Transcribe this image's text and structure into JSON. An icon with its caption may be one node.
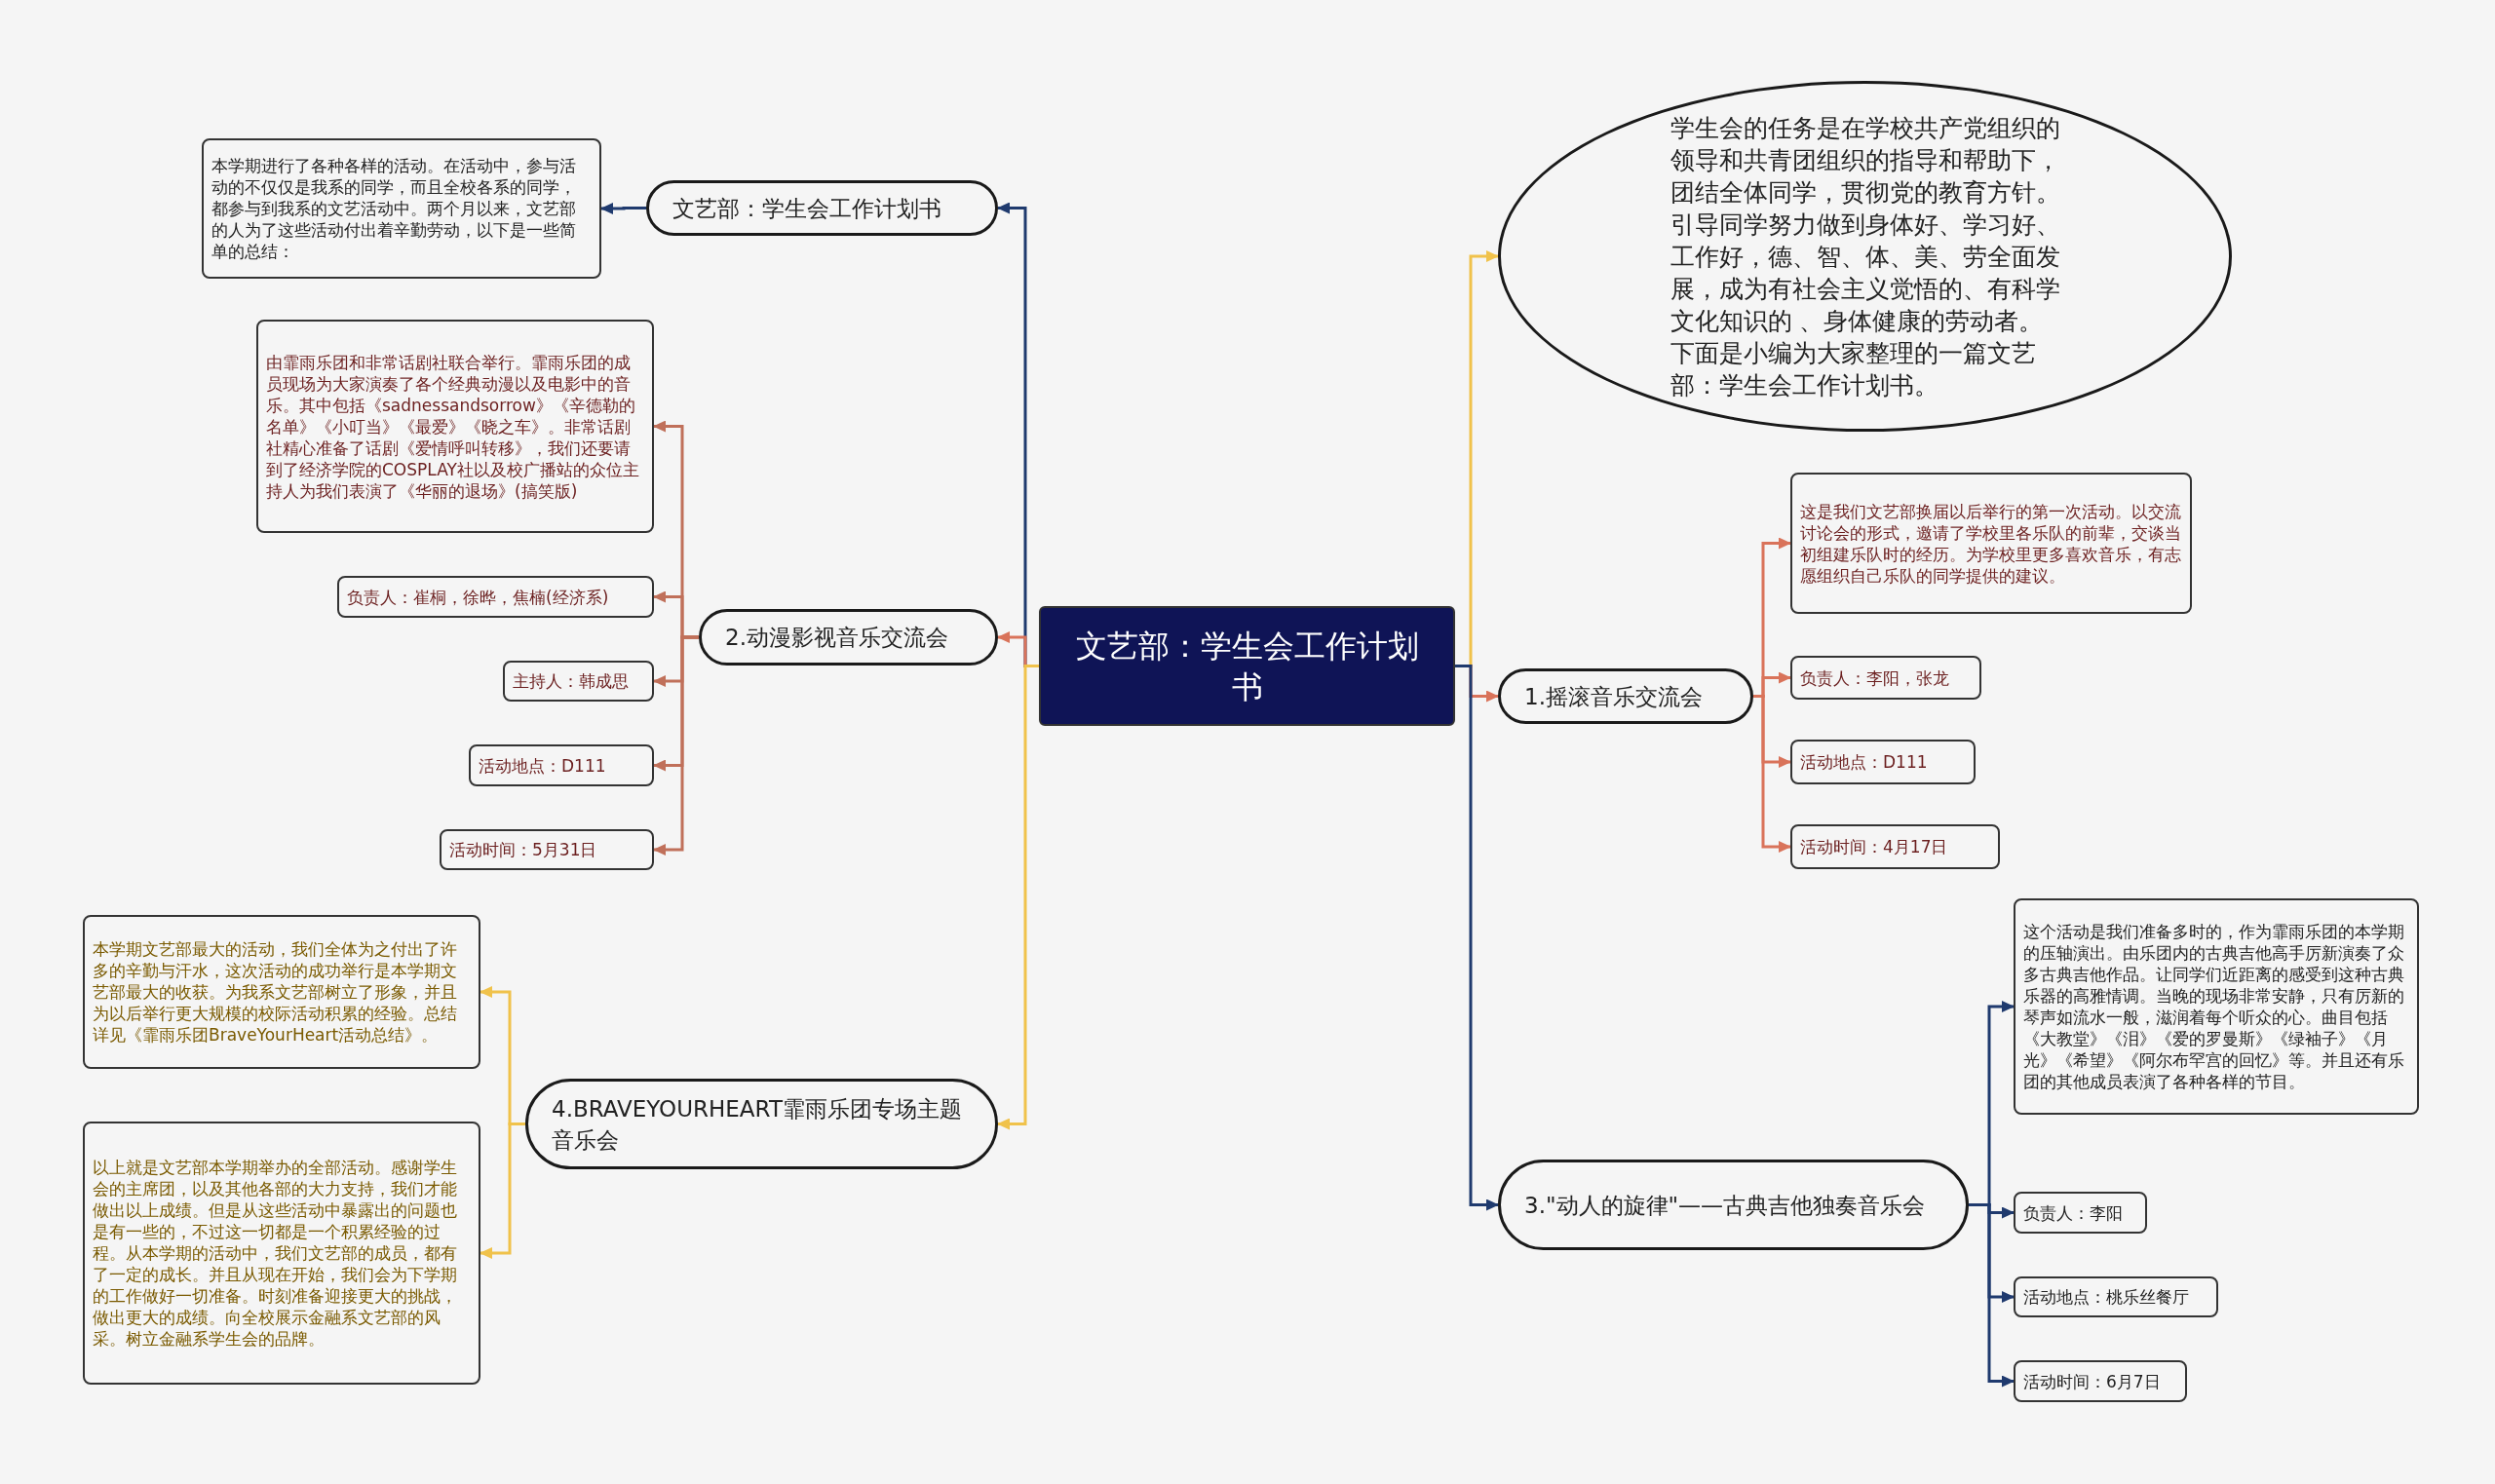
{
  "diagram": {
    "nodes": [
      {
        "text": [
          "文艺部：学生会工作计划书"
        ]
      },
      {
        "text": [
          "文艺部：学生会工作计划书"
        ]
      },
      {
        "text": [
          "本学期进行了各种各样的活动。在活动中，参与活动的不仅仅是我系的同学，而且全校各系的同学，都参与到我系的文艺活动中。两个月以来，文艺部的人为了这些活动付出着辛勤劳动，以下是一些简单的总结："
        ]
      },
      {
        "text": [
          "2.动漫影视音乐交流会"
        ]
      },
      {
        "text": [
          "由霏雨乐团和非常话剧社联合举行。霏雨乐团的成员现场为大家演奏了各个经典动漫以及电影中的音乐。其中包括《sadnessandsorrow》《辛德勒的名单》《小叮当》《最爱》《晓之车》。非常话剧社精心准备了话剧《爱情呼叫转移》，我们还要请到了经济学院的COSPLAY社以及校广播站的众位主持人为我们表演了《华丽的退场》(搞笑版)"
        ]
      },
      {
        "text": [
          "负责人：崔桐，徐晔，焦楠(经济系)"
        ]
      },
      {
        "text": [
          "主持人：韩成思"
        ]
      },
      {
        "text": [
          "活动地点：D111"
        ]
      },
      {
        "text": [
          "活动时间：5月31日"
        ]
      },
      {
        "text": [
          "4.BRAVEYOURHEART霏雨乐团专场主题音乐会"
        ]
      },
      {
        "text": [
          "本学期文艺部最大的活动，我们全体为之付出了许多的辛勤与汗水，这次活动的成功举行是本学期文艺部最大的收获。为我系文艺部树立了形象，并且为以后举行更大规模的校际活动积累的经验。总结详见《霏雨乐团BraveYourHeart活动总结》。"
        ]
      },
      {
        "text": [
          "以上就是文艺部本学期举办的全部活动。感谢学生会的主席团，以及其他各部的大力支持，我们才能做出以上成绩。但是从这些活动中暴露出的问题也是有一些的，不过这一切都是一个积累经验的过程。从本学期的活动中，我们文艺部的成员，都有了一定的成长。并且从现在开始，我们会为下学期的工作做好一切准备。时刻准备迎接更大的挑战，做出更大的成绩。向全校展示金融系文艺部的风采。树立金融系学生会的品牌。"
        ]
      },
      {
        "text": [
          "学生会的任务是在学校共产党组织的领导和共青团组织的指导和帮助下，团结全体同学，贯彻党的教育方针。引导同学努力做到身体好、学习好、工作好，德、智、体、美、劳全面发展，成为有社会主义觉悟的、有科学文化知识的 、身体健康的劳动者。下面是小编为大家整理的一篇文艺部：学生会工作计划书。"
        ]
      },
      {
        "text": [
          "1.摇滚音乐交流会"
        ]
      },
      {
        "text": [
          "这是我们文艺部换届以后举行的第一次活动。以交流讨论会的形式，邀请了学校里各乐队的前辈，交谈当初组建乐队时的经历。为学校里更多喜欢音乐，有志愿组织自己乐队的同学提供的建议。"
        ]
      },
      {
        "text": [
          "负责人：李阳，张龙"
        ]
      },
      {
        "text": [
          "活动地点：D111"
        ]
      },
      {
        "text": [
          "活动时间：4月17日"
        ]
      },
      {
        "text": [
          "3.\"动人的旋律\"——古典吉他独奏音乐会"
        ]
      },
      {
        "text": [
          "这个活动是我们准备多时的，作为霏雨乐团的本学期的压轴演出。由乐团内的古典吉他高手厉新演奏了众多古典吉他作品。让同学们近距离的感受到这种古典乐器的高雅情调。当晚的现场非常安静，只有厉新的琴声如流水一般，滋润着每个听众的心。曲目包括《大教堂》《泪》《爱的罗曼斯》《绿袖子》《月光》《希望》《阿尔布罕宫的回忆》等。并且还有乐团的其他成员表演了各种各样的节目。"
        ]
      },
      {
        "text": [
          "负责人：李阳"
        ]
      },
      {
        "text": [
          "活动地点：桃乐丝餐厅"
        ]
      },
      {
        "text": [
          "活动时间：6月7日"
        ]
      }
    ],
    "edges": [
      {
        "from": 0,
        "to": 1,
        "arrow": "to",
        "color": "#1f3a6e"
      },
      {
        "from": 1,
        "to": 2,
        "arrow": "to",
        "color": "#1f3a6e"
      },
      {
        "from": 0,
        "to": 3,
        "arrow": "to",
        "color": "#d9735a"
      },
      {
        "from": 3,
        "to": 4,
        "arrow": "to",
        "color": "#c0705a"
      },
      {
        "from": 3,
        "to": 5,
        "arrow": "to",
        "color": "#c0705a"
      },
      {
        "from": 3,
        "to": 6,
        "arrow": "to",
        "color": "#c0705a"
      },
      {
        "from": 3,
        "to": 7,
        "arrow": "to",
        "color": "#c0705a"
      },
      {
        "from": 3,
        "to": 8,
        "arrow": "to",
        "color": "#c0705a"
      },
      {
        "from": 0,
        "to": 9,
        "arrow": "to",
        "color": "#f0c24b"
      },
      {
        "from": 9,
        "to": 10,
        "arrow": "to",
        "color": "#f0c24b"
      },
      {
        "from": 9,
        "to": 11,
        "arrow": "to",
        "color": "#f0c24b"
      },
      {
        "from": 0,
        "to": 12,
        "arrow": "to",
        "color": "#f0c24b"
      },
      {
        "from": 0,
        "to": 13,
        "arrow": "to",
        "color": "#d9735a"
      },
      {
        "from": 13,
        "to": 14,
        "arrow": "to",
        "color": "#d9735a"
      },
      {
        "from": 13,
        "to": 15,
        "arrow": "to",
        "color": "#d9735a"
      },
      {
        "from": 13,
        "to": 16,
        "arrow": "to",
        "color": "#d9735a"
      },
      {
        "from": 13,
        "to": 17,
        "arrow": "to",
        "color": "#d9735a"
      },
      {
        "from": 0,
        "to": 18,
        "arrow": "to",
        "color": "#1f3a6e"
      },
      {
        "from": 18,
        "to": 19,
        "arrow": "to",
        "color": "#1f3a6e"
      },
      {
        "from": 18,
        "to": 20,
        "arrow": "to",
        "color": "#1f3a6e"
      },
      {
        "from": 18,
        "to": 21,
        "arrow": "to",
        "color": "#1f3a6e"
      },
      {
        "from": 18,
        "to": 22,
        "arrow": "to",
        "color": "#1f3a6e"
      }
    ]
  }
}
